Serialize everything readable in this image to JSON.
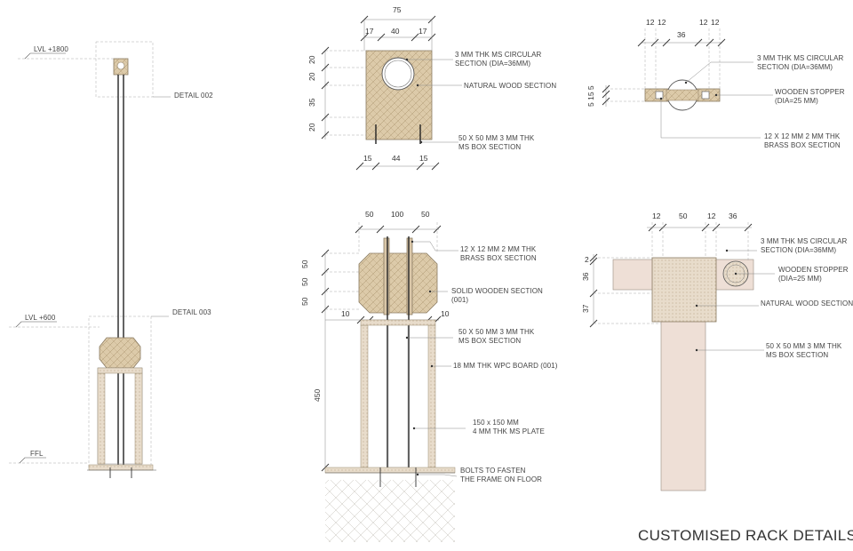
{
  "title": "CUSTOMISED RACK DETAILS",
  "elevation": {
    "level_top": "LVL +1800",
    "level_mid": "LVL +600",
    "level_floor": "FFL",
    "detail_top": "DETAIL 002",
    "detail_mid": "DETAIL 003"
  },
  "detail_plan_a": {
    "dims_top": [
      "75",
      "17",
      "40",
      "17"
    ],
    "dims_left": [
      "20",
      "20",
      "35",
      "20"
    ],
    "dims_bottom": [
      "15",
      "44",
      "15"
    ],
    "notes": [
      "3 MM THK MS CIRCULAR",
      "SECTION (DIA=36MM)",
      "NATURAL WOOD SECTION",
      "50 X 50 MM 3 MM THK",
      "MS BOX SECTION"
    ]
  },
  "detail_plan_b": {
    "dims_top": [
      "12",
      "12",
      "36",
      "12",
      "12"
    ],
    "dims_left": "5 15 5",
    "notes": [
      "3 MM THK MS CIRCULAR",
      "SECTION (DIA=36MM)",
      "WOODEN STOPPER",
      "(DIA=25 MM)",
      "12 X 12 MM 2 MM THK",
      "BRASS BOX SECTION"
    ]
  },
  "detail_section_a": {
    "dims_top": [
      "50",
      "100",
      "50"
    ],
    "dims_left": [
      "50",
      "50",
      "50"
    ],
    "dims_side": [
      "10",
      "10"
    ],
    "dim_height": "450",
    "notes": [
      "12 X 12 MM 2 MM THK",
      "BRASS BOX SECTION",
      "SOLID WOODEN SECTION",
      "(001)",
      "50 X 50 MM 3 MM THK",
      "MS BOX SECTION",
      "18 MM THK WPC BOARD (001)",
      "150 x 150 MM",
      "4 MM THK MS PLATE",
      "BOLTS TO FASTEN",
      "THE FRAME ON FLOOR"
    ]
  },
  "detail_section_b": {
    "dims_top": [
      "12",
      "50",
      "12",
      "36"
    ],
    "dims_left": [
      "2",
      "36",
      "37"
    ],
    "notes": [
      "3 MM THK MS CIRCULAR",
      "SECTION (DIA=36MM)",
      "WOODEN STOPPER",
      "(DIA=25 MM)",
      "NATURAL WOOD SECTION",
      "50 X 50 MM 3 MM THK",
      "MS BOX SECTION"
    ]
  },
  "colors": {
    "wood": "#d9c6a8",
    "pink": "#eedfd6",
    "line": "#555555"
  }
}
